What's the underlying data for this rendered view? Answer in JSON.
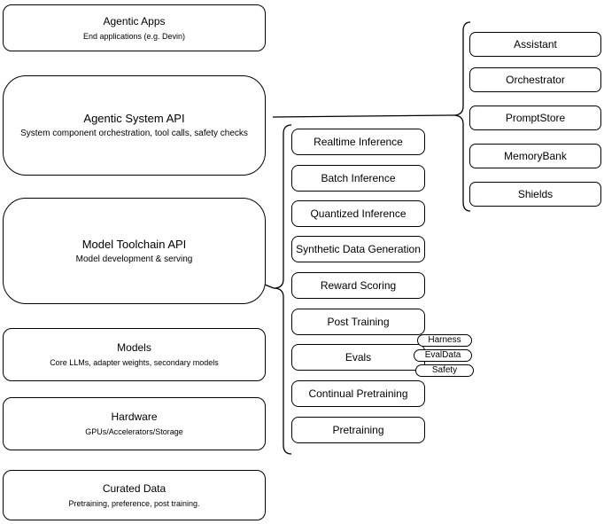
{
  "diagram": {
    "layers": [
      {
        "title": "Agentic Apps",
        "subtitle": "End applications (e.g. Devin)"
      },
      {
        "title": "Agentic System API",
        "subtitle": "System component orchestration, tool calls, safety checks"
      },
      {
        "title": "Model Toolchain API",
        "subtitle": "Model development & serving"
      },
      {
        "title": "Models",
        "subtitle": "Core LLMs, adapter weights, secondary models"
      },
      {
        "title": "Hardware",
        "subtitle": "GPUs/Accelerators/Storage"
      },
      {
        "title": "Curated Data",
        "subtitle": "Pretraining, preference, post training."
      }
    ],
    "toolchain": {
      "items": [
        "Realtime Inference",
        "Batch Inference",
        "Quantized Inference",
        "Synthetic Data Generation",
        "Reward Scoring",
        "Post Training",
        "Evals",
        "Continual Pretraining",
        "Pretraining"
      ],
      "evals_tags": [
        "Harness",
        "EvalData",
        "Safety"
      ]
    },
    "system_components": {
      "items": [
        "Assistant",
        "Orchestrator",
        "PromptStore",
        "MemoryBank",
        "Shields"
      ]
    },
    "colors": {
      "stroke": "#000000",
      "node_fill": "#ffffff",
      "background": "#ffffff"
    }
  }
}
